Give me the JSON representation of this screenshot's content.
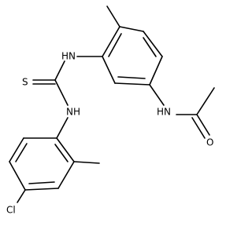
{
  "molecule": {
    "atom_labels": {
      "nh_thiourea_top": "HN",
      "sulfur": "S",
      "nh_thiourea_bottom": "NH",
      "nh_amide": "HN",
      "oxygen": "O",
      "chlorine": "Cl"
    }
  }
}
